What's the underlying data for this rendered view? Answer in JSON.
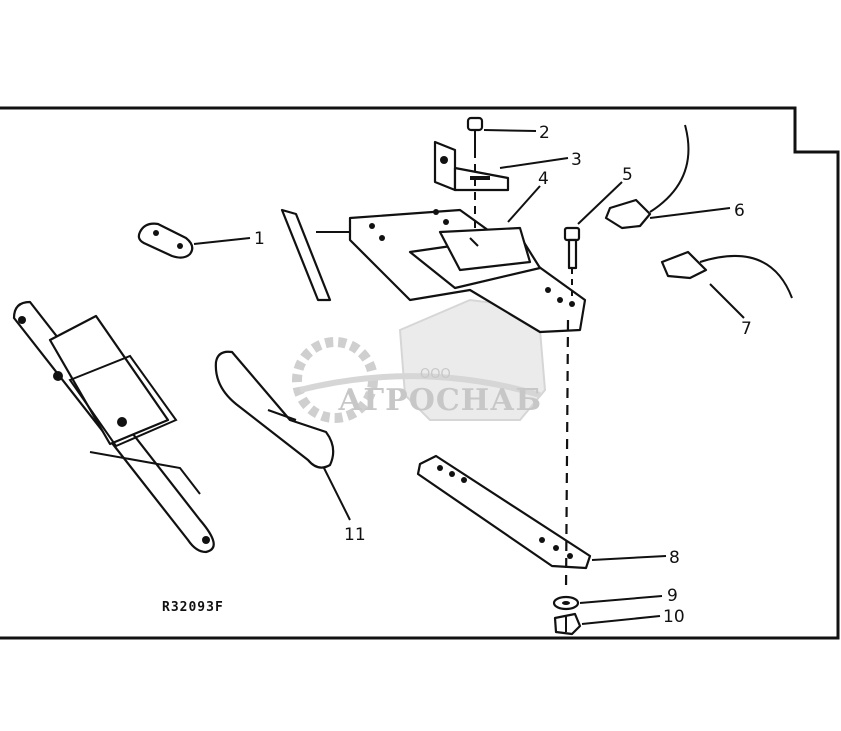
{
  "figure_id": "R32093F",
  "callouts": [
    {
      "n": "1"
    },
    {
      "n": "2"
    },
    {
      "n": "3"
    },
    {
      "n": "4"
    },
    {
      "n": "5"
    },
    {
      "n": "6"
    },
    {
      "n": "7"
    },
    {
      "n": "8"
    },
    {
      "n": "9"
    },
    {
      "n": "10"
    },
    {
      "n": "11"
    }
  ],
  "watermark": {
    "prefix": "ООО",
    "name": "АГРОСНАБ"
  }
}
